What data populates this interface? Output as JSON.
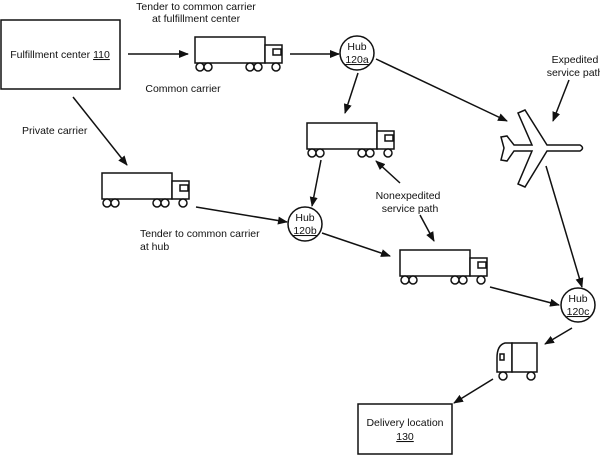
{
  "nodes": {
    "fulfillment_center": {
      "label": "Fulfillment center ",
      "ref": "110"
    },
    "hub_a": {
      "label": "Hub",
      "ref": "120a"
    },
    "hub_b": {
      "label": "Hub",
      "ref": "120b"
    },
    "hub_c": {
      "label": "Hub",
      "ref": "120c"
    },
    "delivery_location": {
      "label": "Delivery location",
      "ref": "130"
    }
  },
  "labels": {
    "tender_fc_line1": "Tender to common carrier",
    "tender_fc_line2": "at fulfillment center",
    "common_carrier": "Common carrier",
    "private_carrier": "Private carrier",
    "tender_hub_line1": "Tender to common carrier",
    "tender_hub_line2": "at hub",
    "expedited_line1": "Expedited",
    "expedited_line2": "service path",
    "nonexpedited_line1": "Nonexpedited",
    "nonexpedited_line2": "service path"
  },
  "icons": [
    "truck-icon",
    "airplane-icon",
    "delivery-van-icon"
  ],
  "colors": {
    "stroke": "#111111",
    "background": "#ffffff"
  }
}
